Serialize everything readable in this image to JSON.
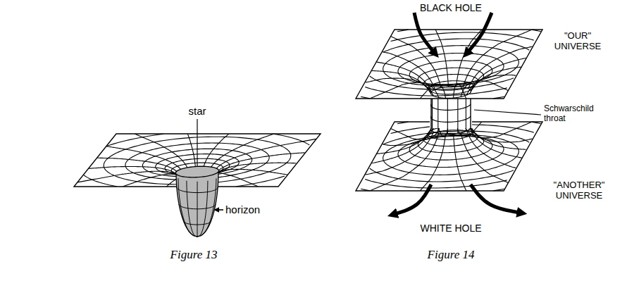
{
  "diagram": {
    "labels": [
      "star",
      "horizon",
      "Figure 13",
      "BLACK HOLE",
      "\"OUR\" UNIVERSE",
      "Schwarschild throat",
      "\"ANOTHER\" UNIVERSE",
      "WHITE HOLE",
      "Figure 14"
    ]
  }
}
